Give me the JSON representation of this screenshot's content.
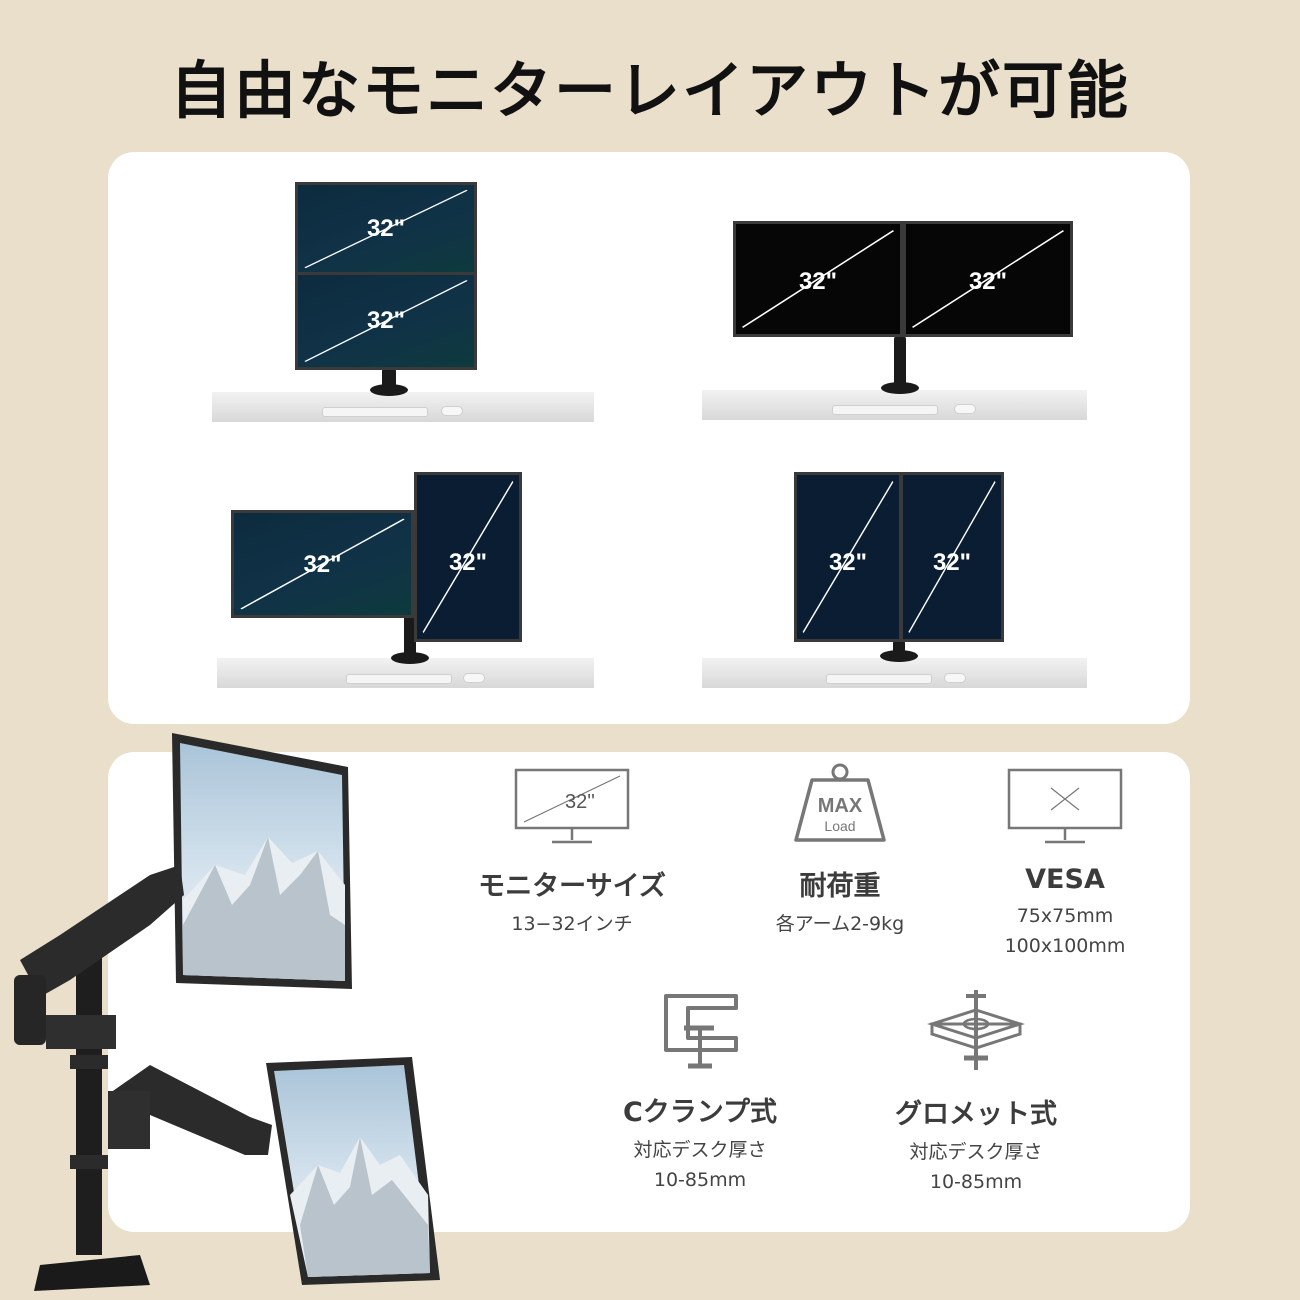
{
  "title": "自由なモニターレイアウトが可能",
  "layouts": [
    {
      "monitors": [
        "32\"",
        "32\""
      ]
    },
    {
      "monitors": [
        "32\"",
        "32\""
      ]
    },
    {
      "monitors": [
        "32\"",
        "32\""
      ]
    },
    {
      "monitors": [
        "32\"",
        "32\""
      ]
    }
  ],
  "specs": {
    "monitor_size": {
      "icon_label": "32''",
      "title": "モニターサイズ",
      "value": "13−32インチ"
    },
    "load": {
      "icon_label_top": "MAX",
      "icon_label_bottom": "Load",
      "title": "耐荷重",
      "value": "各アーム2-9kg"
    },
    "vesa": {
      "title": "VESA",
      "value_1": "75x75mm",
      "value_2": "100x100mm"
    },
    "clamp": {
      "title": "Cクランプ式",
      "value_1": "対応デスク厚さ",
      "value_2": "10-85mm"
    },
    "grommet": {
      "title": "グロメット式",
      "value_1": "対応デスク厚さ",
      "value_2": "10-85mm"
    }
  }
}
